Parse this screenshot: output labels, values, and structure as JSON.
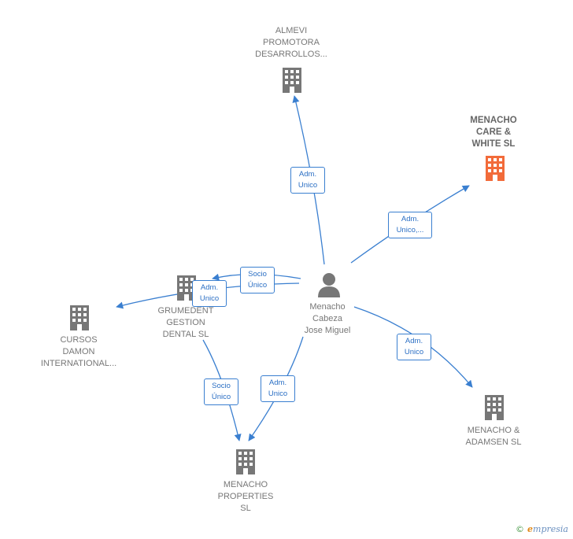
{
  "colors": {
    "edge": "#3a7fd0",
    "company": "#777777",
    "highlight": "#f26b3a",
    "person": "#777777"
  },
  "nodes": [
    {
      "id": "almevi",
      "kind": "company",
      "label": "ALMEVI\nPROMOTORA\nDESARROLLOS..."
    },
    {
      "id": "care",
      "kind": "company-highlight",
      "label": "MENACHO\nCARE &\nWHITE  SL"
    },
    {
      "id": "person",
      "kind": "person",
      "label": "Menacho\nCabeza\nJose Miguel"
    },
    {
      "id": "grumedent",
      "kind": "company",
      "label": "GRUMEDENT\nGESTION\nDENTAL SL"
    },
    {
      "id": "cursos",
      "kind": "company",
      "label": "CURSOS\nDAMON\nINTERNATIONAL..."
    },
    {
      "id": "adamsen",
      "kind": "company",
      "label": "MENACHO &\nADAMSEN SL"
    },
    {
      "id": "properties",
      "kind": "company",
      "label": "MENACHO\nPROPERTIES\nSL"
    }
  ],
  "edges": [
    {
      "id": "e1",
      "label": "Adm.\nUnico"
    },
    {
      "id": "e2",
      "label": "Adm.\nUnico,..."
    },
    {
      "id": "e3",
      "label": "Socio\nÚnico"
    },
    {
      "id": "e4",
      "label": "Adm.\nUnico"
    },
    {
      "id": "e5",
      "label": "Adm.\nUnico"
    },
    {
      "id": "e6",
      "label": "Adm.\nUnico"
    },
    {
      "id": "e7",
      "label": "Socio\nÚnico"
    }
  ],
  "footer": {
    "copyright": "©",
    "brand_initial": "e",
    "brand_rest": "mpresia"
  }
}
